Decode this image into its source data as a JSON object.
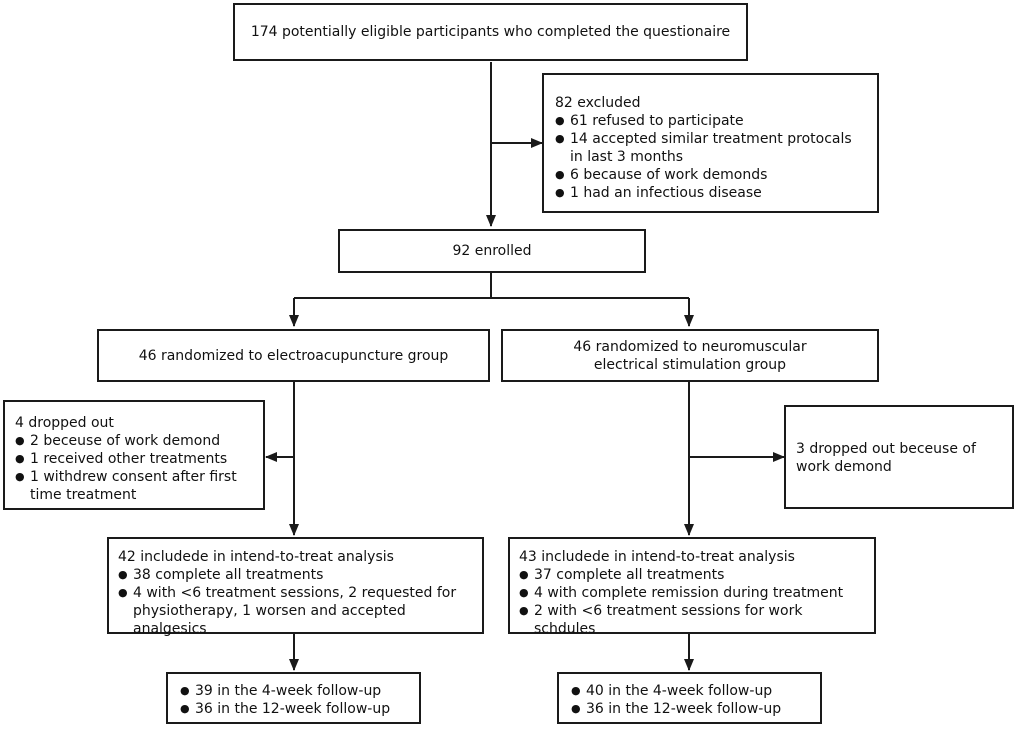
{
  "screening": {
    "text": "174 potentially eligible participants who completed the questionaire"
  },
  "excluded": {
    "title": "82 excluded",
    "items": [
      "61 refused to participate",
      "14 accepted similar treatment protocals in last 3 months",
      "6 because of work demonds",
      "1 had an infectious disease"
    ]
  },
  "enrolled": {
    "text": "92  enrolled"
  },
  "group_ea": {
    "text": "46  randomized to electroacupuncture group"
  },
  "group_nmes": {
    "text": "46  randomized to neuromuscular electrical stimulation group"
  },
  "dropout_ea": {
    "title": "4 dropped out",
    "items": [
      "2 beceuse of work demond",
      "1 received other treatments",
      "1 withdrew consent after first time treatment"
    ]
  },
  "dropout_nmes": {
    "text": "3 dropped out beceuse of work demond"
  },
  "itt_ea": {
    "title": "42  includede in intend-to-treat analysis",
    "items": [
      "38 complete all treatments",
      "4 with <6 treatment sessions, 2 requested for physiotherapy, 1 worsen and accepted analgesics"
    ]
  },
  "itt_nmes": {
    "title": "43  includede in intend-to-treat analysis",
    "items": [
      "37 complete all treatments",
      "4 with complete remission during treatment",
      "2 with <6 treatment sessions for work schdules"
    ]
  },
  "followup_ea": {
    "items": [
      "39 in the 4-week follow-up",
      "36 in the 12-week follow-up"
    ]
  },
  "followup_nmes": {
    "items": [
      "40 in the 4-week follow-up",
      "36 in the 12-week follow-up"
    ]
  }
}
